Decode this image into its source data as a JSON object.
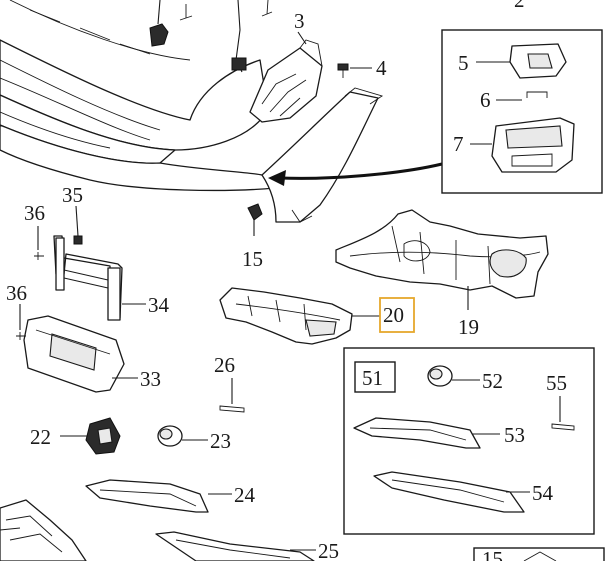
{
  "callouts": {
    "c2": "2",
    "c3": "3",
    "c4": "4",
    "c5": "5",
    "c6": "6",
    "c7": "7",
    "c15": "15",
    "c15b": "15",
    "c19": "19",
    "c20": "20",
    "c22": "22",
    "c23": "23",
    "c24": "24",
    "c25": "25",
    "c26": "26",
    "c33": "33",
    "c34": "34",
    "c35": "35",
    "c36a": "36",
    "c36b": "36",
    "c51": "51",
    "c52": "52",
    "c53": "53",
    "c54": "54",
    "c55": "55"
  },
  "colors": {
    "highlight": "#e5a82c",
    "line": "#1a1a1a",
    "arrow": "#111111"
  }
}
